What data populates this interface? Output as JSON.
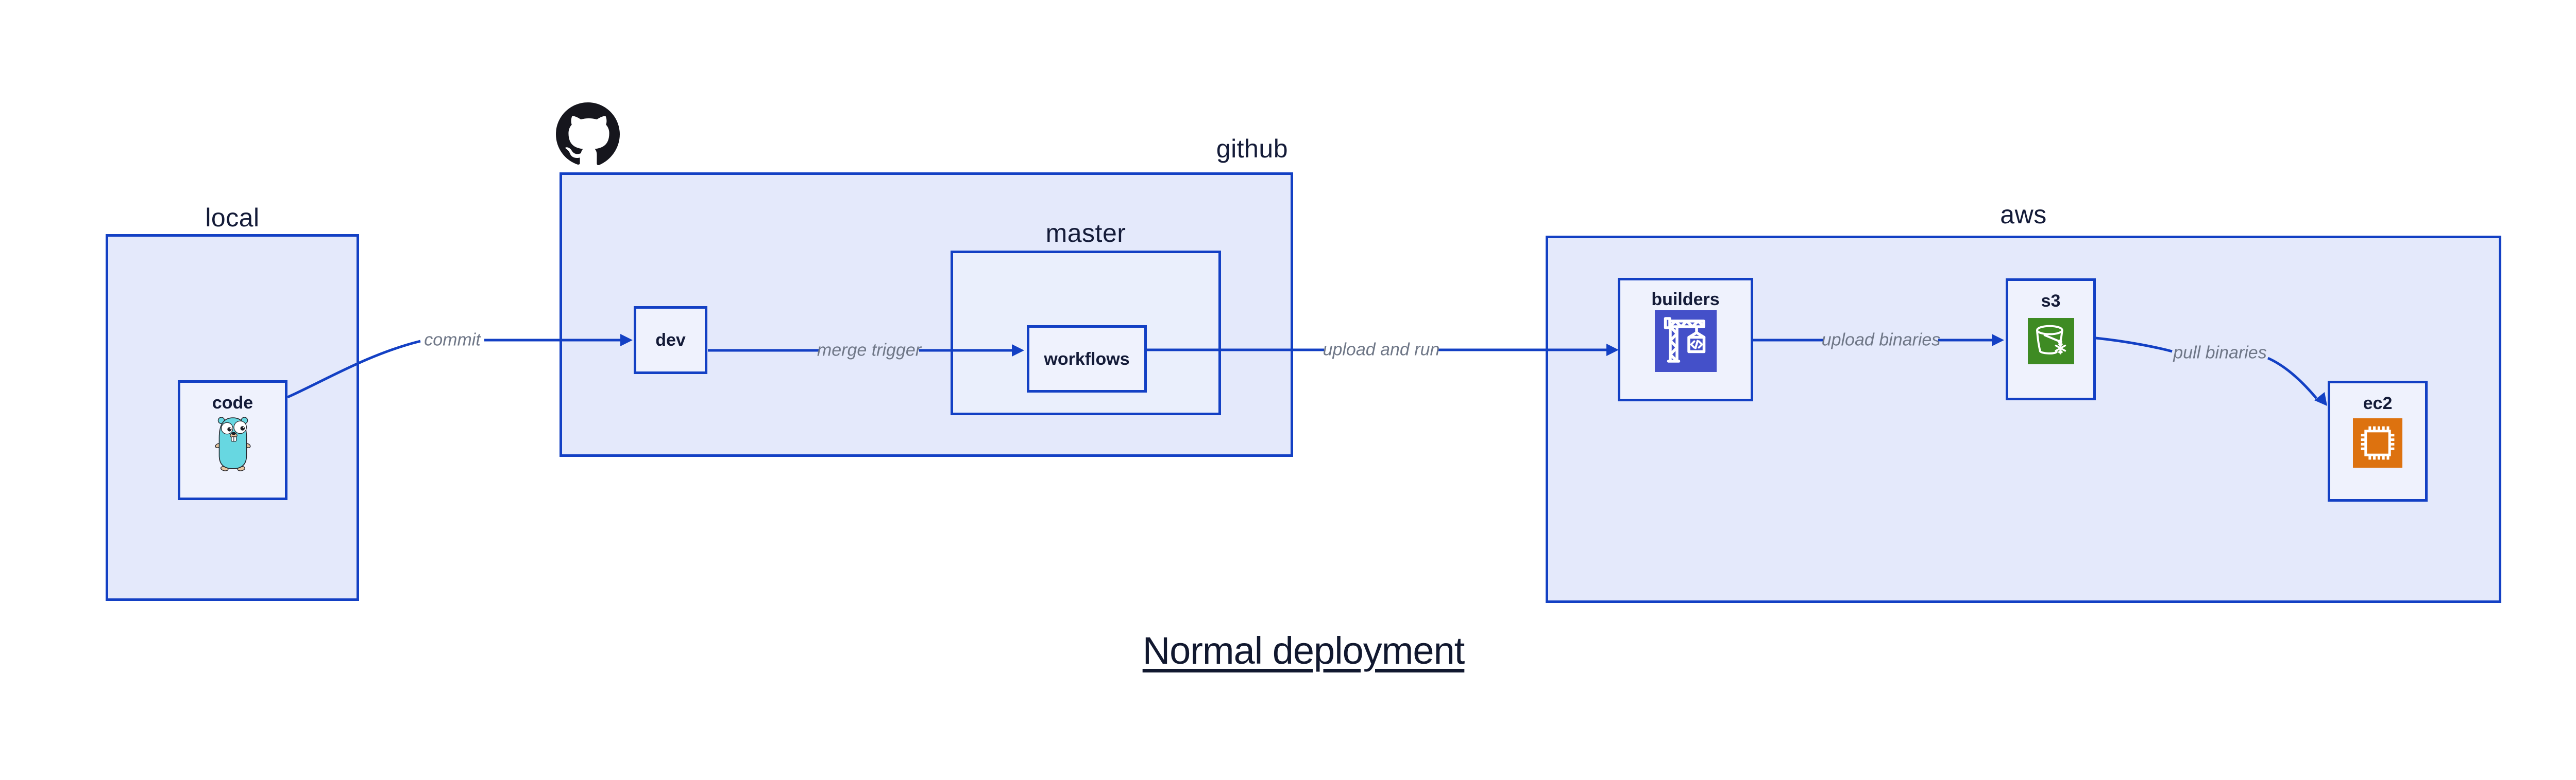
{
  "title": "Normal deployment",
  "containers": {
    "local": {
      "label": "local"
    },
    "github": {
      "label": "github"
    },
    "master": {
      "label": "master"
    },
    "aws": {
      "label": "aws"
    }
  },
  "nodes": {
    "code": {
      "label": "code",
      "icon": "go-gopher-icon"
    },
    "dev": {
      "label": "dev"
    },
    "workflows": {
      "label": "workflows"
    },
    "builders": {
      "label": "builders",
      "icon": "aws-codebuild-icon"
    },
    "s3": {
      "label": "s3",
      "icon": "aws-s3-glacier-icon"
    },
    "ec2": {
      "label": "ec2",
      "icon": "aws-ec2-icon"
    }
  },
  "edges": [
    {
      "id": "commit",
      "label": "commit",
      "from": "code",
      "to": "dev"
    },
    {
      "id": "merge-trigger",
      "label": "merge trigger",
      "from": "dev",
      "to": "workflows"
    },
    {
      "id": "upload-and-run",
      "label": "upload and run",
      "from": "workflows",
      "to": "builders"
    },
    {
      "id": "upload-binaries",
      "label": "upload binaries",
      "from": "builders",
      "to": "s3"
    },
    {
      "id": "pull-binaries",
      "label": "pull binaries",
      "from": "s3",
      "to": "ec2"
    }
  ],
  "icons": [
    "github-octocat-icon",
    "go-gopher-icon",
    "aws-codebuild-icon",
    "aws-s3-glacier-icon",
    "aws-ec2-icon"
  ],
  "colors": {
    "blue": "#1340c4",
    "container_fill": "#e4e9fb",
    "master_fill": "#eaeffc",
    "node_fill": "#eff2fd",
    "navy": "#141b38",
    "gray": "#6f7787",
    "title": "#11182f",
    "builders_icon_bg": "#4450c9",
    "s3_icon_bg": "#3e8b23",
    "ec2_icon_bg": "#dd720f",
    "gopher_teal": "#67d7e1",
    "gopher_tan": "#e9c6a0",
    "octocat": "#16161d"
  }
}
